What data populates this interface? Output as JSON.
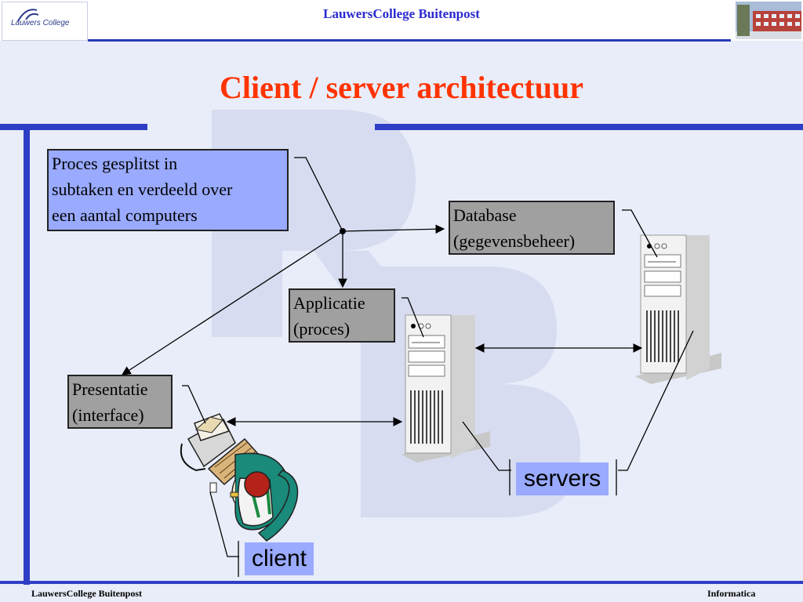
{
  "header": {
    "logo_text": "Lauwers College",
    "title": "LauwersCollege   Buitenpost"
  },
  "slide": {
    "title": "Client / server architectuur"
  },
  "boxes": {
    "proces": [
      "Proces gesplitst in",
      "subtaken en verdeeld over",
      "een aantal computers"
    ],
    "database": [
      "Database",
      "(gegevensbeheer)"
    ],
    "applicatie": [
      "Applicatie",
      "(proces)"
    ],
    "presentatie": [
      "Presentatie",
      "(interface)"
    ]
  },
  "labels": {
    "servers": "servers",
    "client": "client"
  },
  "footer": {
    "left": "LauwersCollege Buitenpost",
    "right": "Informatica"
  },
  "colors": {
    "title": "#ff3300",
    "header_title": "#2a2ad0",
    "accent_bar": "#2f3ec6",
    "box_blue": "#99aaff",
    "box_gray": "#a0a0a0"
  }
}
